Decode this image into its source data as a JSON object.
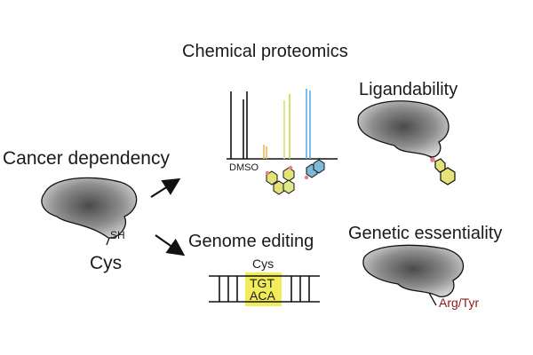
{
  "labels": {
    "chemical_proteomics": "Chemical proteomics",
    "ligandability": "Ligandability",
    "cancer_dependency": "Cancer dependency",
    "dmso": "DMSO",
    "sh": "SH",
    "cys": "Cys",
    "genome_editing": "Genome editing",
    "genetic_essentiality": "Genetic essentiality",
    "cys_codon_label": "Cys",
    "codon_top": "TGT",
    "codon_bottom": "ACA",
    "mutant_residue": "Arg/Tyr"
  },
  "colors": {
    "protein_center": "#4a4a4a",
    "protein_edge": "#d2d2d2",
    "ligand_yellow": "#e6e27a",
    "ligand_blue": "#7fb9d6",
    "warhead_pink": "#e9798e",
    "peak_yellow": "#dede6f",
    "peak_orange": "#e9b95a",
    "peak_green": "#c9d54a",
    "peak_blue": "#58aee6",
    "codon_box": "#f2ec5b",
    "mutant_text": "#8b1a1a"
  },
  "icons": [
    "protein-blob-icon",
    "ligand-icon",
    "arrow-icon",
    "dna-duplex-icon"
  ]
}
